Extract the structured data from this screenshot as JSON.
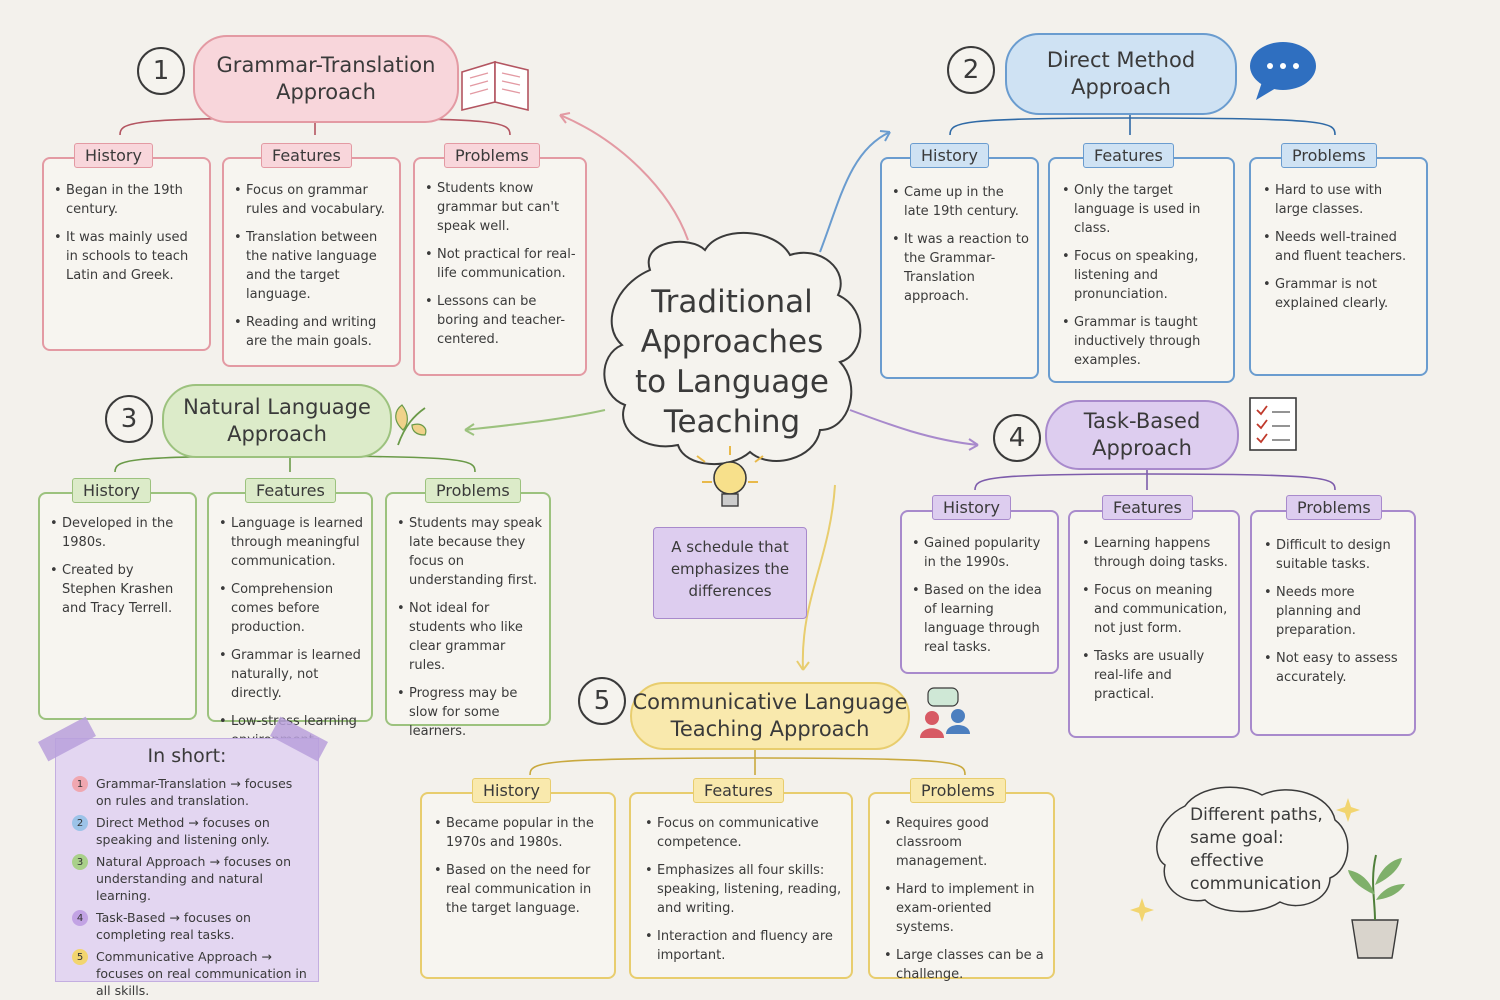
{
  "center": {
    "title": "Traditional Approaches to Language Teaching"
  },
  "schedule_note": "A schedule that emphasizes the differences",
  "approaches": [
    {
      "number": "1",
      "title": "Grammar-Translation Approach",
      "history_label": "History",
      "features_label": "Features",
      "problems_label": "Problems",
      "history": [
        "Began in the 19th century.",
        "It was mainly used in schools to teach Latin and Greek."
      ],
      "features": [
        "Focus on grammar rules and vocabulary.",
        "Translation between the native language and the target language.",
        "Reading and writing are the main goals."
      ],
      "problems": [
        "Students know grammar but can't speak well.",
        "Not practical for real-life communication.",
        "Lessons can be boring and teacher-centered."
      ]
    },
    {
      "number": "2",
      "title": "Direct Method Approach",
      "history_label": "History",
      "features_label": "Features",
      "problems_label": "Problems",
      "history": [
        "Came up in the late 19th century.",
        "It was a reaction to the Grammar-Translation approach."
      ],
      "features": [
        "Only the target language is used in class.",
        "Focus on speaking, listening and pronunciation.",
        "Grammar is taught inductively through examples."
      ],
      "problems": [
        "Hard to use with large classes.",
        "Needs well-trained and fluent teachers.",
        "Grammar is not explained clearly."
      ]
    },
    {
      "number": "3",
      "title": "Natural Language Approach",
      "history_label": "History",
      "features_label": "Features",
      "problems_label": "Problems",
      "history": [
        "Developed in the 1980s.",
        "Created by Stephen Krashen and Tracy Terrell."
      ],
      "features": [
        "Language is learned through meaningful communication.",
        "Comprehension comes before production.",
        "Grammar is learned naturally, not directly.",
        "Low-stress learning environment."
      ],
      "problems": [
        "Students may speak late because they focus on understanding first.",
        "Not ideal for students who like clear grammar rules.",
        "Progress may be slow for some learners."
      ]
    },
    {
      "number": "4",
      "title": "Task-Based Approach",
      "history_label": "History",
      "features_label": "Features",
      "problems_label": "Problems",
      "history": [
        "Gained popularity in the 1990s.",
        "Based on the idea of learning language through real tasks."
      ],
      "features": [
        "Learning happens through doing tasks.",
        "Focus on meaning and communication, not just form.",
        "Tasks are usually real-life and practical."
      ],
      "problems": [
        "Difficult to design suitable tasks.",
        "Needs more planning and preparation.",
        "Not easy to assess accurately."
      ]
    },
    {
      "number": "5",
      "title": "Communicative Language Teaching Approach",
      "history_label": "History",
      "features_label": "Features",
      "problems_label": "Problems",
      "history": [
        "Became popular in the 1970s and 1980s.",
        "Based on the need for real communication in the target language."
      ],
      "features": [
        "Focus on communicative competence.",
        "Emphasizes all four skills: speaking, listening, reading, and writing.",
        "Interaction and fluency are important."
      ],
      "problems": [
        "Requires good classroom management.",
        "Hard to implement in exam-oriented systems.",
        "Large classes can be a challenge."
      ]
    }
  ],
  "summary": {
    "title": "In short:",
    "items": [
      {
        "num": "1",
        "text": "Grammar-Translation → focuses on rules and translation.",
        "color": "#f0a7b0"
      },
      {
        "num": "2",
        "text": "Direct Method → focuses on speaking and listening only.",
        "color": "#9cc3e8"
      },
      {
        "num": "3",
        "text": "Natural Approach → focuses on understanding and natural learning.",
        "color": "#a9d08a"
      },
      {
        "num": "4",
        "text": "Task-Based → focuses on completing real tasks.",
        "color": "#c2a3e4"
      },
      {
        "num": "5",
        "text": "Communicative Approach → focuses on real communication in all skills.",
        "color": "#f2d56f"
      }
    ]
  },
  "closing_note": "Different paths, same goal: effective communication",
  "colors": {
    "red": "#e39aa3",
    "blue": "#6a9ccf",
    "green": "#9cc27e",
    "purple": "#a88acc",
    "yellow": "#e8cd6e"
  },
  "icons": [
    "book-icon",
    "speech-bubble-icon",
    "leaf-icon",
    "checklist-icon",
    "chat-people-icon",
    "lightbulb-icon",
    "plant-icon",
    "sparkle-icon",
    "heart-icon"
  ]
}
